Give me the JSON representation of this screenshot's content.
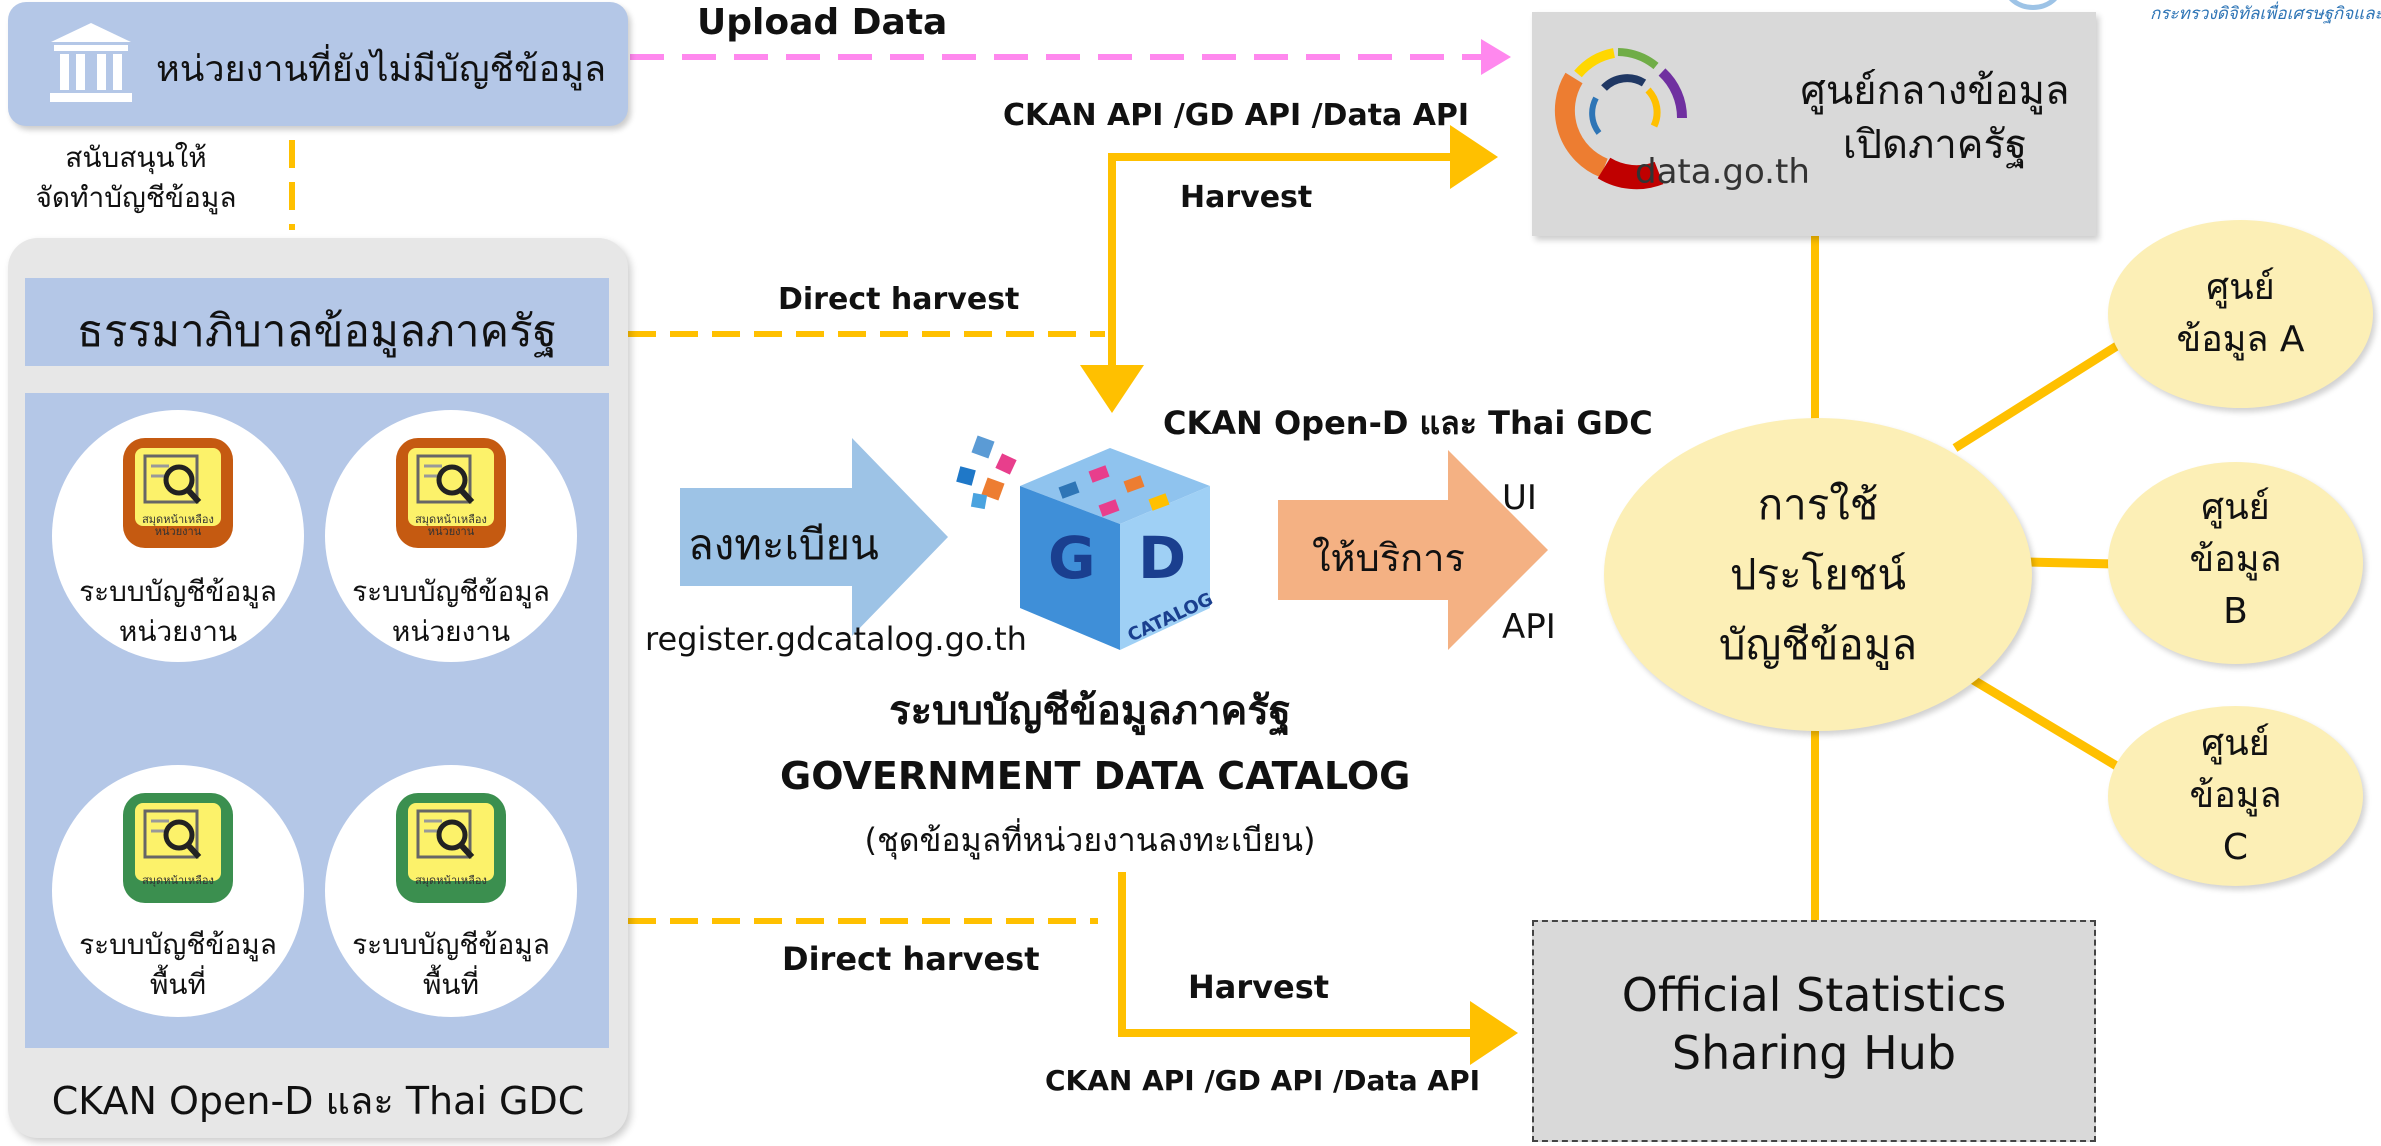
{
  "top_left_box": {
    "label": "หน่วยงานที่ยังไม่มีบัญชีข้อมูล",
    "icon": "government-building-icon"
  },
  "upload_label": "Upload Data",
  "support_note": {
    "line1": "สนับสนุนให้",
    "line2": "จัดทำบัญชีข้อมูล"
  },
  "governance": {
    "title": "ธรรมาภิบาลข้อมูลภาครัฐ"
  },
  "agency_systems": [
    {
      "line1": "ระบบบัญชีข้อมูล",
      "line2": "หน่วยงาน",
      "icon_label_1": "สมุดหน้าเหลือง",
      "icon_label_2": "หน่วยงาน"
    },
    {
      "line1": "ระบบบัญชีข้อมูล",
      "line2": "หน่วยงาน",
      "icon_label_1": "สมุดหน้าเหลือง",
      "icon_label_2": "หน่วยงาน"
    }
  ],
  "area_systems": [
    {
      "line1": "ระบบบัญชีข้อมูล",
      "line2": "พื้นที่",
      "icon_label": "สมุดหน้าเหลือง"
    },
    {
      "line1": "ระบบบัญชีข้อมูล",
      "line2": "พื้นที่",
      "icon_label": "สมุดหน้าเหลือง"
    }
  ],
  "left_footer": "CKAN Open-D และ Thai GDC",
  "register": {
    "label": "ลงทะเบียน",
    "url": "register.gdcatalog.go.th"
  },
  "gdc": {
    "title_th": "ระบบบัญชีข้อมูลภาครัฐ",
    "title_en": "GOVERNMENT DATA CATALOG",
    "subtitle": "(ชุดข้อมูลที่หน่วยงานลงทะเบียน)",
    "logo_letter_1": "G",
    "logo_letter_2": "D",
    "logo_word": "CATALOG",
    "platform": "CKAN Open-D และ Thai GDC"
  },
  "service": {
    "label": "ให้บริการ",
    "ui": "UI",
    "api": "API"
  },
  "data_go_th": {
    "line1": "ศูนย์กลางข้อมูล",
    "line2": "เปิดภาครัฐ",
    "logo_text": "data.go.th"
  },
  "api_top": "CKAN API /GD API /Data API",
  "harvest_top": "Harvest",
  "direct_harvest_top": "Direct harvest",
  "direct_harvest_bottom": "Direct harvest",
  "harvest_bottom": "Harvest",
  "api_bottom": "CKAN API /GD API /Data API",
  "benefit": {
    "line1": "การใช้",
    "line2": "ประโยชน์",
    "line3": "บัญชีข้อมูล"
  },
  "centers": [
    {
      "line1": "ศูนย์",
      "line2": "ข้อมูล A",
      "line3": ""
    },
    {
      "line1": "ศูนย์",
      "line2": "ข้อมูล",
      "line3": "B"
    },
    {
      "line1": "ศูนย์",
      "line2": "ข้อมูล",
      "line3": "C"
    }
  ],
  "official_stats": {
    "line1": "Official Statistics",
    "line2": "Sharing Hub"
  },
  "ministry_text": "กระทรวงดิจิทัลเพื่อเศรษฐกิจและสังคม",
  "colors": {
    "light_blue": "#b4c7e7",
    "mid_blue": "#9dc3e6",
    "yellow_line": "#ffc000",
    "pink_dash": "#ff88ee",
    "peach": "#f4b183",
    "cream": "#fcefb6",
    "gray_box": "#d9d9d9",
    "arrow_blue": "#0070c0"
  }
}
